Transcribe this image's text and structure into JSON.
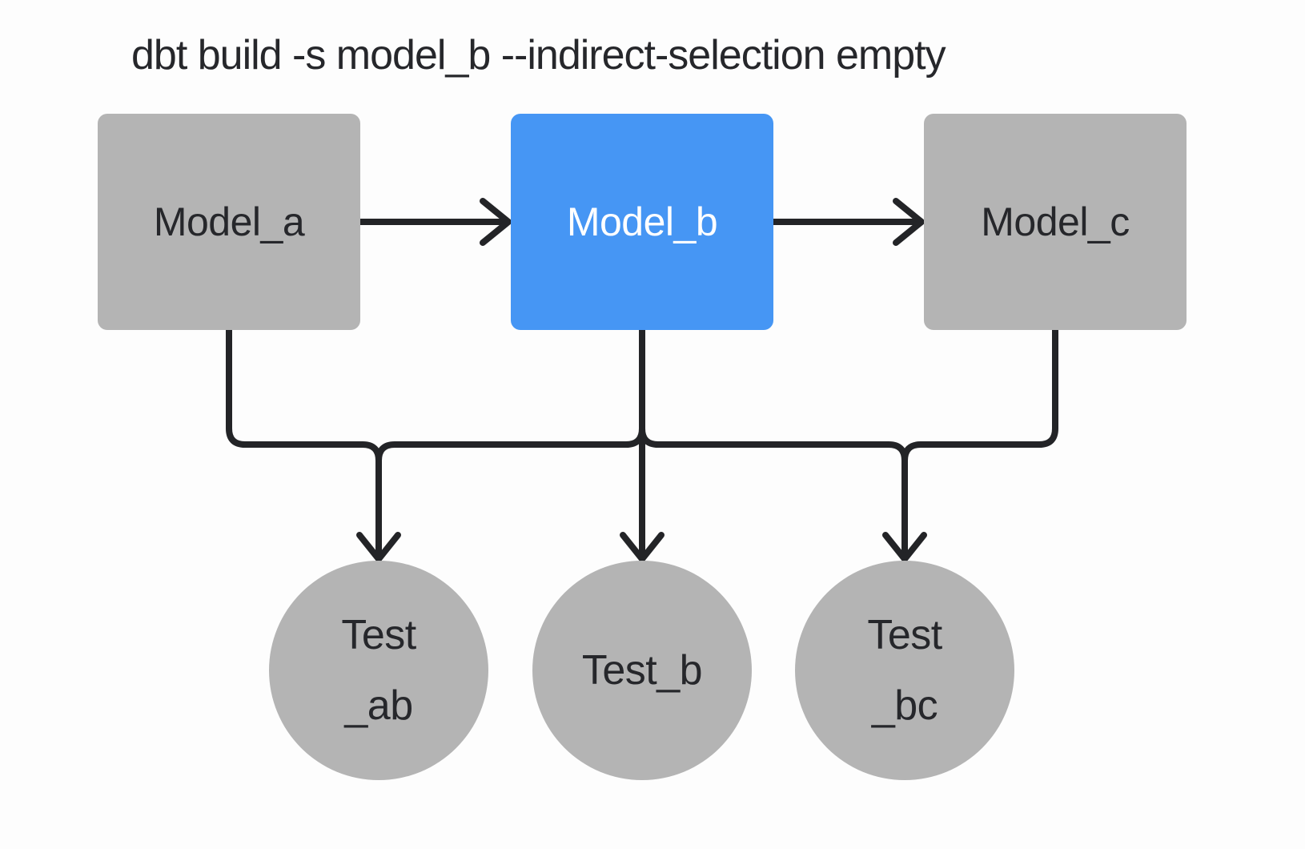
{
  "title": "dbt build -s model_b --indirect-selection empty",
  "colors": {
    "background": "#fdfdfd",
    "node": "#b4b4b4",
    "selected": "#4696f4",
    "edge": "#232427",
    "text_dark": "#26272b",
    "text_light": "#ffffff"
  },
  "diagram": {
    "models": [
      {
        "id": "model_a",
        "label": "Model_a",
        "state": "unselected"
      },
      {
        "id": "model_b",
        "label": "Model_b",
        "state": "selected"
      },
      {
        "id": "model_c",
        "label": "Model_c",
        "state": "unselected"
      }
    ],
    "tests": [
      {
        "id": "test_ab",
        "label": "Test\n_ab"
      },
      {
        "id": "test_b",
        "label": "Test_b"
      },
      {
        "id": "test_bc",
        "label": "Test\n_bc"
      }
    ],
    "edges": [
      "model_a -> model_b",
      "model_b -> model_c",
      "model_a -> test_ab",
      "model_b -> test_ab",
      "model_b -> test_b",
      "model_b -> test_bc",
      "model_c -> test_bc"
    ]
  }
}
